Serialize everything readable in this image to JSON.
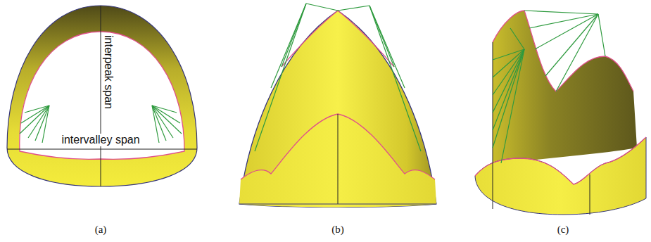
{
  "diagram": {
    "labels": [
      "interpeak span",
      "intervalley span",
      "(a)",
      "(b)",
      "(c)"
    ]
  }
}
